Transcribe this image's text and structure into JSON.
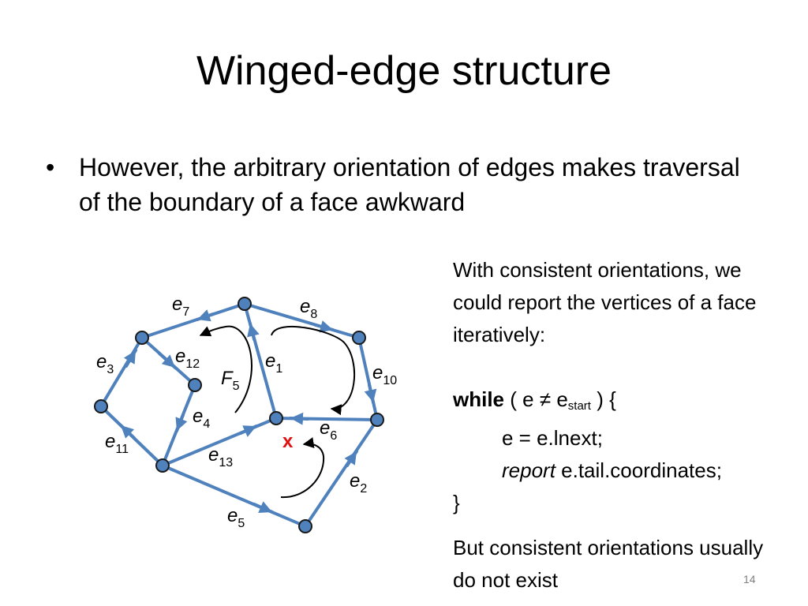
{
  "slide": {
    "title": "Winged-edge structure",
    "bullet_marker": "•",
    "bullet_text": "However, the arbitrary orientation of edges makes traversal of the boundary of a face awkward",
    "page_number": "14"
  },
  "right_panel": {
    "intro": "With consistent orientations, we could report the vertices of a face iteratively:",
    "code": {
      "while_kw": "while",
      "cond_open": "( e ",
      "neq": "≠",
      "cond_var": " e",
      "cond_sub": "start",
      "cond_close": " )   {",
      "line2": "e = e.lnext;",
      "report_kw": "report",
      "line3_rest": "  e.tail.coordinates;",
      "close": "}"
    },
    "outro": "But consistent orientations usually do not exist"
  },
  "diagram": {
    "edge_color": "#4f81bd",
    "vertex_fill": "#4f81bd",
    "vertex_stroke": "#1a1a1a",
    "marker_color": "#e01010",
    "edge_labels": [
      {
        "id": "e1",
        "base": "e",
        "sub": "1"
      },
      {
        "id": "e2",
        "base": "e",
        "sub": "2"
      },
      {
        "id": "e3",
        "base": "e",
        "sub": "3"
      },
      {
        "id": "e4",
        "base": "e",
        "sub": "4"
      },
      {
        "id": "e5",
        "base": "e",
        "sub": "5"
      },
      {
        "id": "e6",
        "base": "e",
        "sub": "6"
      },
      {
        "id": "e7",
        "base": "e",
        "sub": "7"
      },
      {
        "id": "e8",
        "base": "e",
        "sub": "8"
      },
      {
        "id": "e10",
        "base": "e",
        "sub": "10"
      },
      {
        "id": "e11",
        "base": "e",
        "sub": "11"
      },
      {
        "id": "e12",
        "base": "e",
        "sub": "12"
      },
      {
        "id": "e13",
        "base": "e",
        "sub": "13"
      }
    ],
    "face_label": {
      "base": "F",
      "sub": "5"
    },
    "point_marker": "x"
  }
}
